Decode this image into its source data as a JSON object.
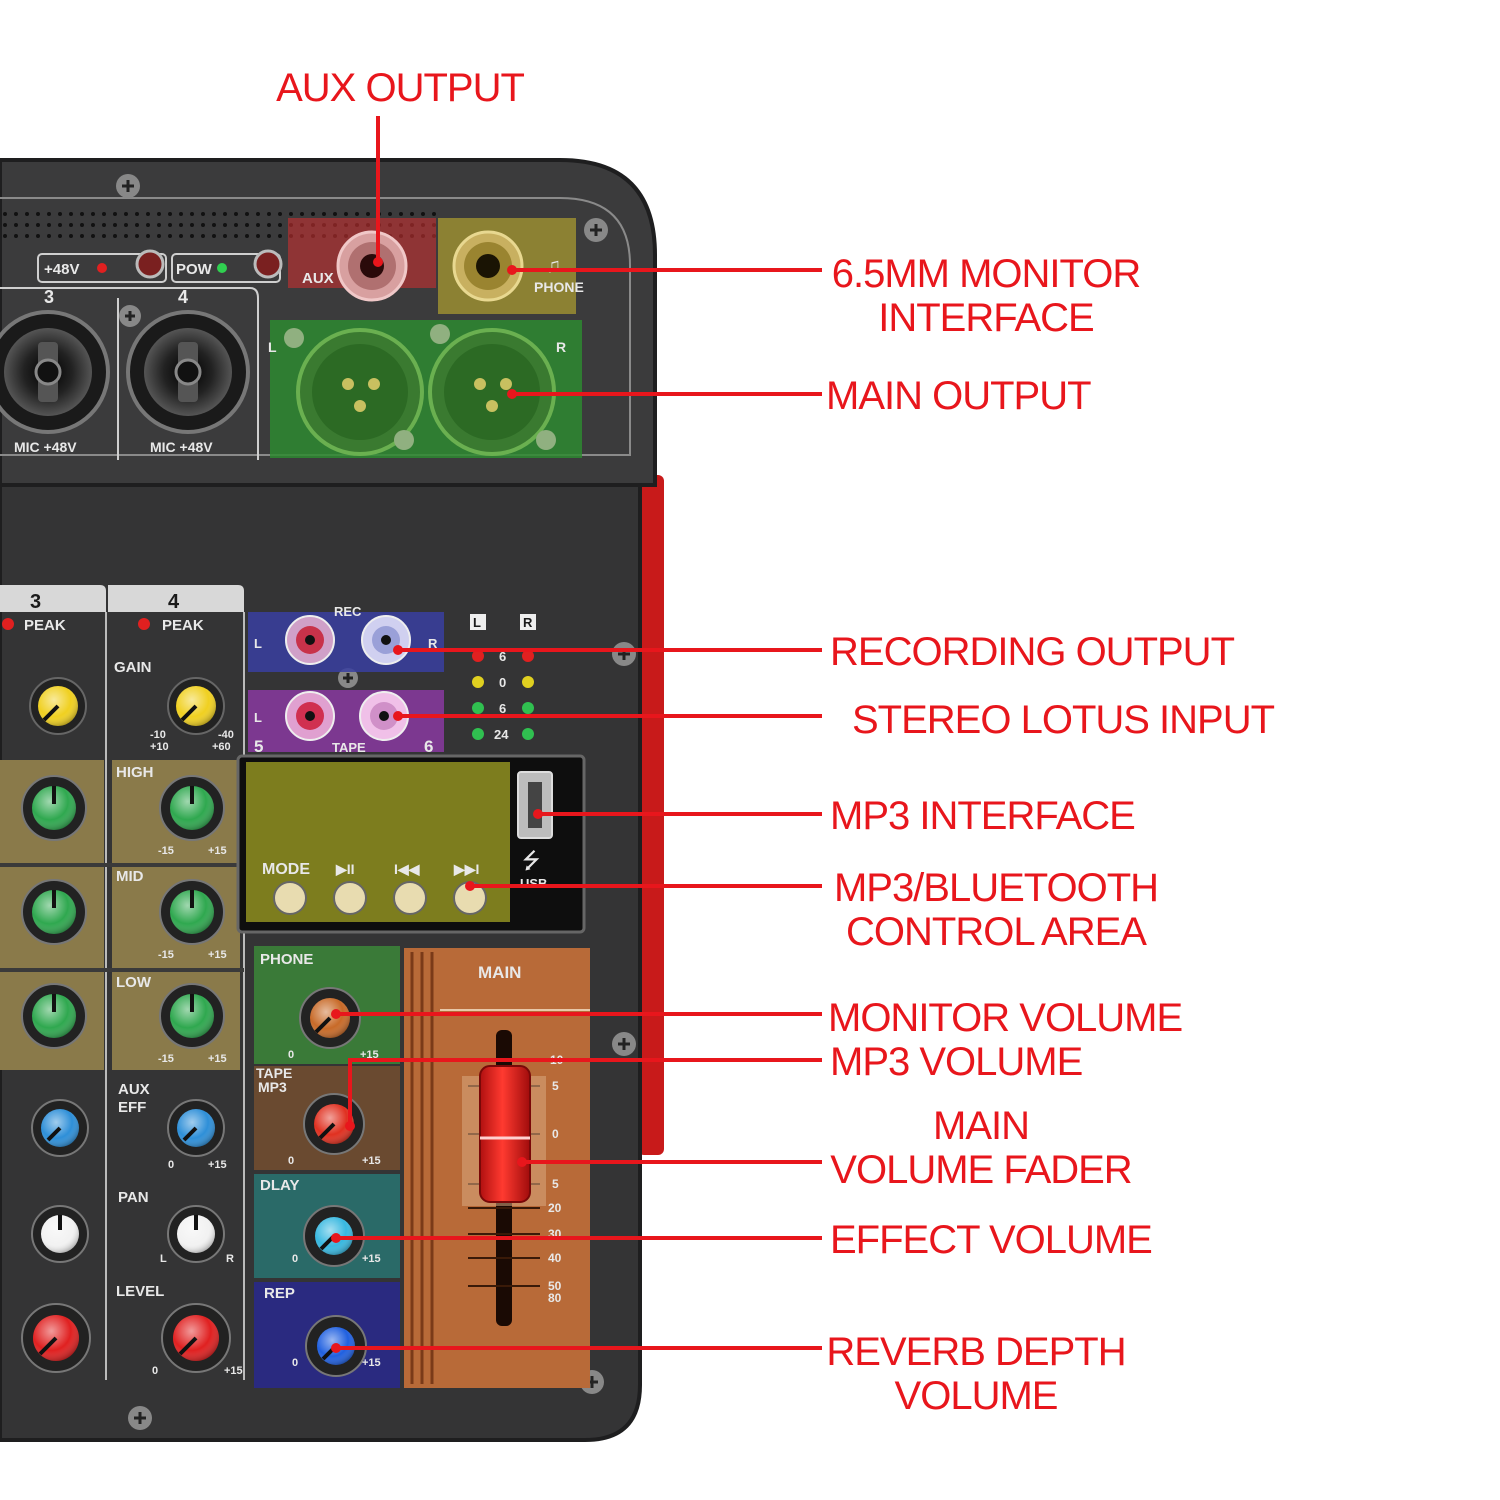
{
  "colors": {
    "accent": "#e8161c",
    "panel": "#3a3a3b",
    "panel_edge": "#262627",
    "eq_strip": "#8a7a4a",
    "knob_green": "#2fa84f",
    "knob_yellow": "#f0d020",
    "knob_blue": "#2e8fd8",
    "knob_red": "#e02020",
    "knob_white": "#f2f2f2",
    "fader_bg": "#b86a38"
  },
  "callouts": {
    "aux_output": "AUX OUTPUT",
    "monitor_interface": [
      "6.5MM MONITOR",
      "INTERFACE"
    ],
    "main_output": "MAIN OUTPUT",
    "recording_output": "RECORDING OUTPUT",
    "stereo_lotus_input": "STEREO LOTUS INPUT",
    "mp3_interface": "MP3 INTERFACE",
    "mp3_bluetooth_control": [
      "MP3/BLUETOOTH",
      "CONTROL AREA"
    ],
    "monitor_volume": "MONITOR VOLUME",
    "mp3_volume": "MP3 VOLUME",
    "main_volume_fader": [
      "MAIN",
      "VOLUME FADER"
    ],
    "effect_volume": "EFFECT VOLUME",
    "reverb_depth_volume": [
      "REVERB DEPTH",
      "VOLUME"
    ]
  },
  "panel": {
    "phantom_label": "+48V",
    "power_label": "POW",
    "aux_jack_label": "AUX",
    "phone_jack_label": "PHONE",
    "xlr_left": "L",
    "xlr_right": "R",
    "channel_3": "3",
    "channel_4": "4",
    "mic_label": "MIC +48V",
    "peak_label": "PEAK",
    "gain_label": "GAIN",
    "gain_scale_left": "-10",
    "gain_scale_right": "-40",
    "gain_scale_left_low": "+10",
    "gain_scale_right_low": "+60",
    "high_label": "HIGH",
    "mid_label": "MID",
    "low_label": "LOW",
    "eq_min": "-15",
    "eq_max": "+15",
    "aux_eff_label": [
      "AUX",
      "EFF"
    ],
    "pan_label": "PAN",
    "pan_left": "L",
    "pan_right": "R",
    "level_label": "LEVEL",
    "zero": "0",
    "plus15": "+15",
    "rec_label": "REC",
    "tape_label": "TAPE",
    "rca_left": "L",
    "rca_right": "R",
    "channel_5": "5",
    "channel_6": "6",
    "meter_l": "L",
    "meter_r": "R",
    "meter_levels": [
      "6",
      "0",
      "6",
      "24"
    ],
    "mp3_buttons": [
      "MODE",
      "▶II",
      "I◀◀",
      "▶▶I"
    ],
    "usb_label": "USB",
    "phone_knob_label": "PHONE",
    "tape_mp3_label": [
      "TAPE",
      "MP3"
    ],
    "dlay_label": "DLAY",
    "rep_label": "REP",
    "main_label": "MAIN",
    "fader_scale": [
      "10",
      "5",
      "0",
      "5",
      "20",
      "30",
      "40",
      "50",
      "80"
    ]
  }
}
